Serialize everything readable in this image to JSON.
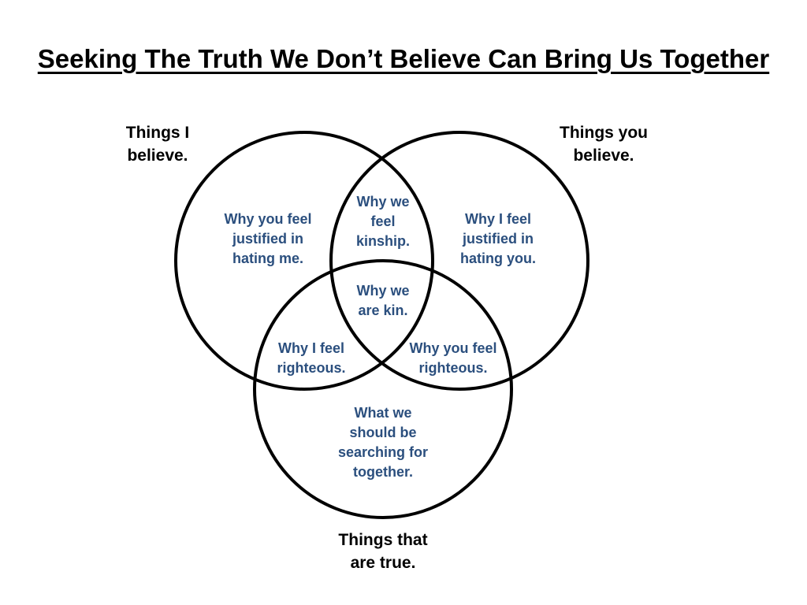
{
  "title": "Seeking The Truth We Don’t Believe Can Bring Us Together",
  "colors": {
    "circle_stroke": "#000000",
    "region_text": "#2b4f7e",
    "label_text": "#000000"
  },
  "sets": {
    "i_believe": "Things I\nbelieve.",
    "you_believe": "Things you\nbelieve.",
    "true": "Things that\nare true."
  },
  "regions": {
    "i_only": "Why you feel\njustified in\nhating me.",
    "you_only": "Why I feel\njustified in\nhating you.",
    "i_and_you": "Why we\nfeel\nkinship.",
    "all_three": "Why we\nare kin.",
    "i_and_true": "Why I feel\nrighteous.",
    "you_and_true": "Why you feel\nrighteous.",
    "true_only": "What we\nshould be\nsearching for\ntogether."
  }
}
